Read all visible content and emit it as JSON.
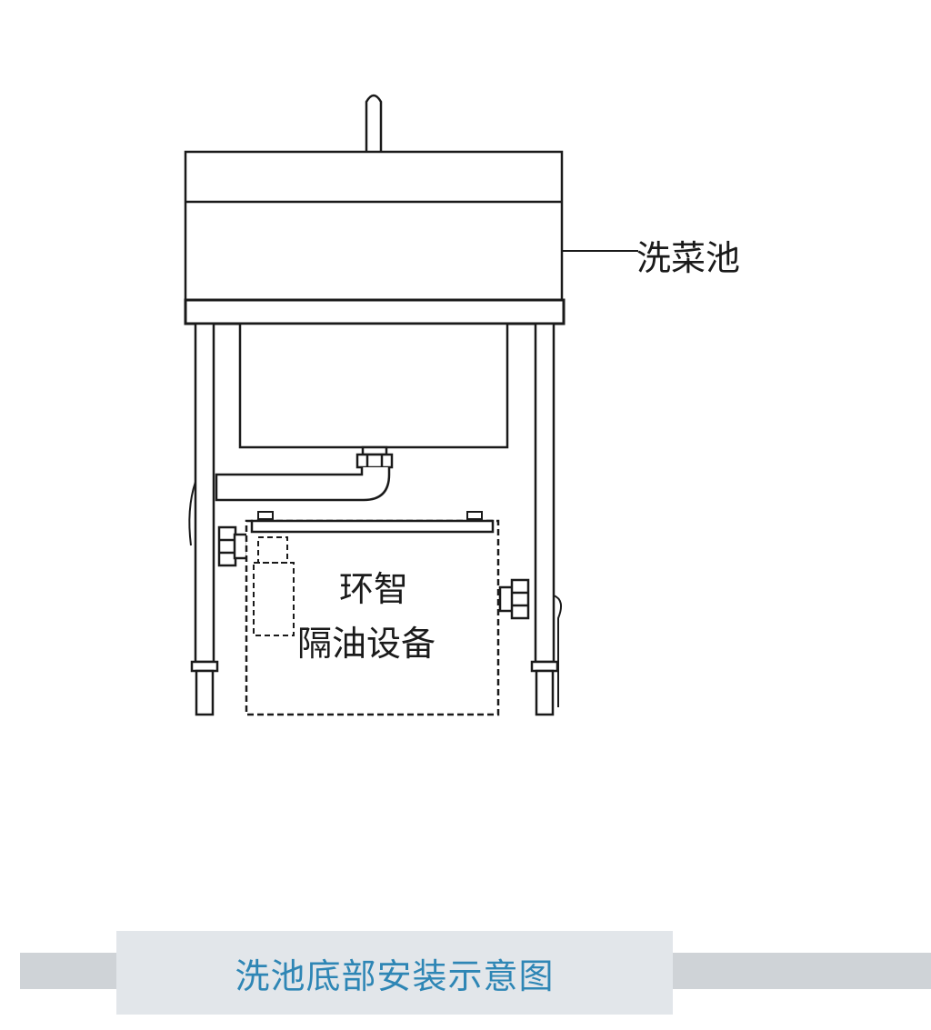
{
  "labels": {
    "sink": "洗菜池",
    "device_line1": "环智",
    "device_line2": "隔油设备"
  },
  "caption": {
    "title": "洗池底部安装示意图"
  },
  "colors": {
    "line": "#1a1a1a",
    "caption_text": "#2e86b5",
    "caption_box": "#e2e6ea",
    "caption_band": "#cfd3d7"
  }
}
